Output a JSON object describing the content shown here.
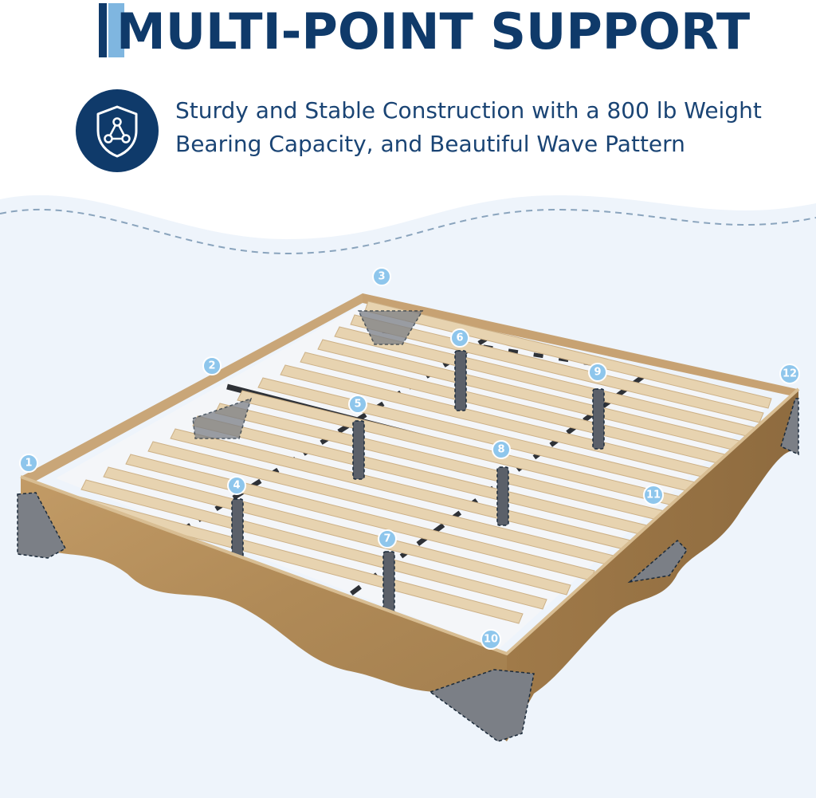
{
  "header": {
    "title": "MULTI-POINT SUPPORT",
    "subtitle_line1": "Sturdy and Stable Construction with a 800 lb Weight",
    "subtitle_line2": "Bearing Capacity, and Beautiful Wave Pattern",
    "badge_icon": "shield-network-icon"
  },
  "colors": {
    "navy": "#0f3a6a",
    "accent_light": "#7fb6e0",
    "background_lower": "#eef4fb",
    "wood": "#b8925f",
    "slat": "#e7d3b0",
    "bracket": "#6b7078",
    "marker": "#8ec6ec"
  },
  "markers": {
    "m1": "1",
    "m2": "2",
    "m3": "3",
    "m4": "4",
    "m5": "5",
    "m6": "6",
    "m7": "7",
    "m8": "8",
    "m9": "9",
    "m10": "10",
    "m11": "11",
    "m12": "12"
  }
}
